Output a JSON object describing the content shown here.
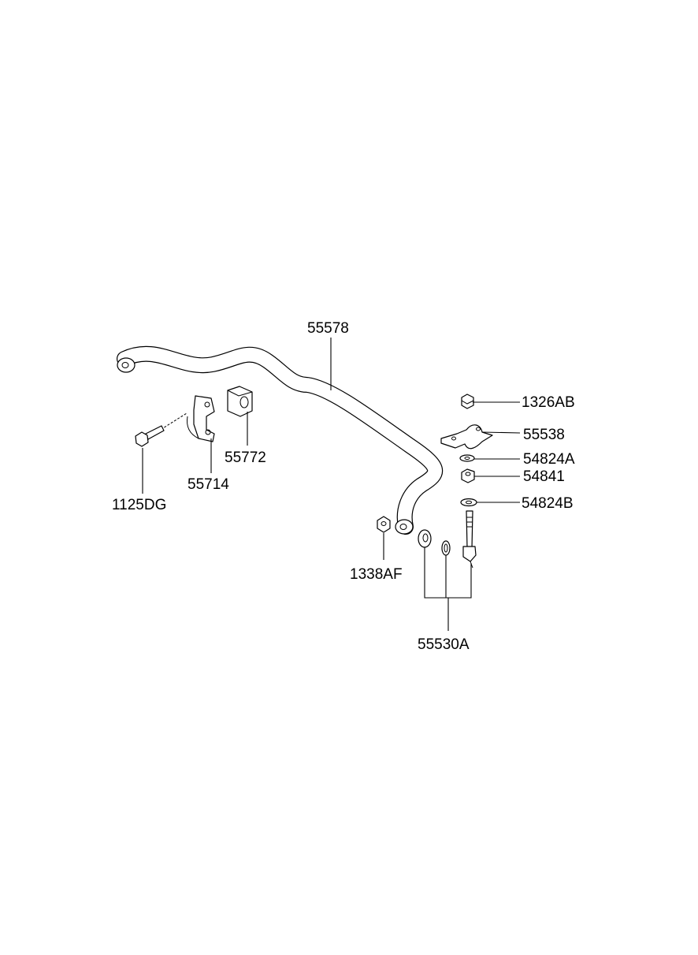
{
  "parts": [
    {
      "id": "p55578",
      "number": "55578"
    },
    {
      "id": "p1326AB",
      "number": "1326AB"
    },
    {
      "id": "p55538",
      "number": "55538"
    },
    {
      "id": "p54824A",
      "number": "54824A"
    },
    {
      "id": "p54841",
      "number": "54841"
    },
    {
      "id": "p54824B",
      "number": "54824B"
    },
    {
      "id": "p55772",
      "number": "55772"
    },
    {
      "id": "p55714",
      "number": "55714"
    },
    {
      "id": "p1125DG",
      "number": "1125DG"
    },
    {
      "id": "p1338AF",
      "number": "1338AF"
    },
    {
      "id": "p55530A",
      "number": "55530A"
    }
  ]
}
